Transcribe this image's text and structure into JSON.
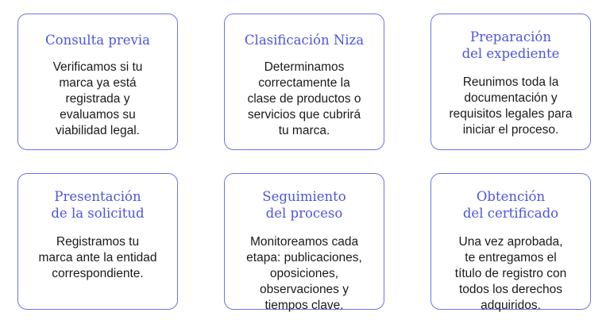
{
  "accent_color": "#4e55dc",
  "border_color": "#6f73e8",
  "cards": [
    {
      "title": "Consulta previa",
      "description": "Verificamos si tu\nmarca ya está\nregistrada y\nevaluamos su\nviabilidad legal."
    },
    {
      "title": "Clasificación Niza",
      "description": "Determinamos\ncorrectamente la\nclase de productos o\nservicios que cubrirá\ntu marca."
    },
    {
      "title": "Preparación\ndel expediente",
      "description": "Reunimos toda la\ndocumentación y\nrequisitos legales para\niniciar el proceso."
    },
    {
      "title": "Presentación\nde la solicitud",
      "description": "Registramos tu\nmarca ante la entidad\ncorrespondiente."
    },
    {
      "title": "Seguimiento\ndel proceso",
      "description": "Monitoreamos cada\netapa: publicaciones,\noposiciones,\nobservaciones y\ntiempos clave."
    },
    {
      "title": "Obtención\ndel certificado",
      "description": "Una vez aprobada,\nte entregamos el\ntítulo de registro con\ntodos los derechos\nadquiridos."
    }
  ]
}
